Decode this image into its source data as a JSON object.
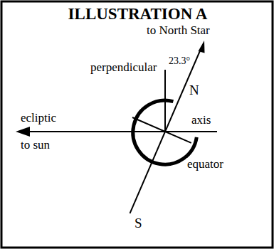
{
  "diagram": {
    "title": "ILLUSTRATION A",
    "labels": [
      "to North Star",
      "23.3°",
      "perpendicular",
      "N",
      "axis",
      "ecliptic",
      "to sun",
      "equator",
      "S"
    ]
  }
}
